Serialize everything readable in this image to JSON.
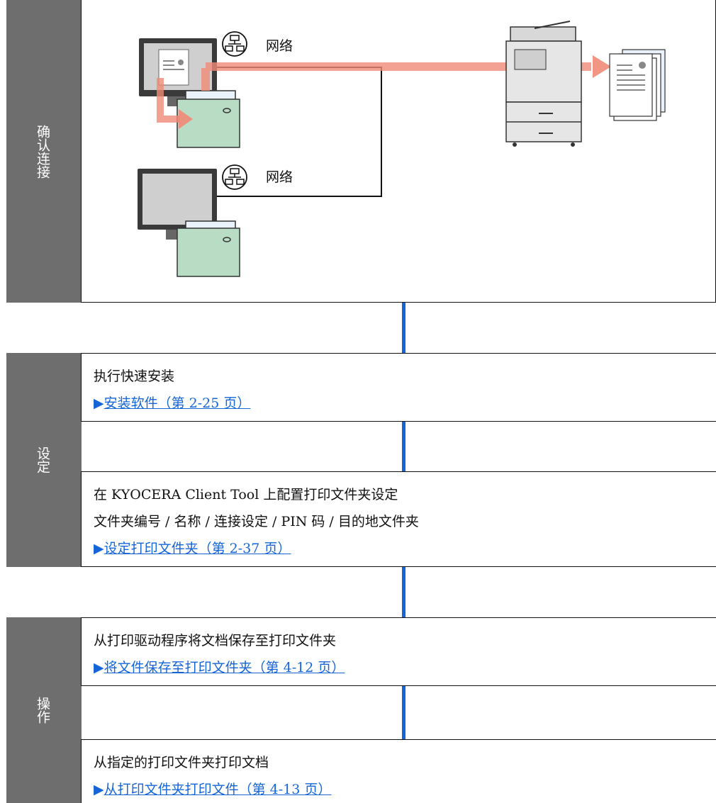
{
  "sections": {
    "confirm": {
      "label": "确认连接"
    },
    "setup": {
      "label": "设定"
    },
    "operate": {
      "label": "操作"
    }
  },
  "diagram": {
    "network_label_top": "网络",
    "network_label_bottom": "网络"
  },
  "setup": {
    "step1": {
      "title": "执行快速安装",
      "arrow": "▶",
      "link": "安装软件（第 2-25 页）"
    },
    "step2": {
      "title": "在 KYOCERA Client Tool 上配置打印文件夹设定",
      "detail": "文件夹编号 / 名称 / 连接设定 / PIN 码 / 目的地文件夹",
      "arrow": "▶",
      "link": "设定打印文件夹（第 2-37 页）"
    }
  },
  "operate": {
    "step1": {
      "title": "从打印驱动程序将文档保存至打印文件夹",
      "arrow": "▶",
      "link": "将文件保存至打印文件夹（第 4-12 页）"
    },
    "step2": {
      "title": "从指定的打印文件夹打印文档",
      "arrow": "▶",
      "link": "从打印文件夹打印文件（第 4-13 页）"
    }
  },
  "colors": {
    "sidebar": "#6e6e6e",
    "connector": "#1565d8",
    "flow_arrow": "#f08a78",
    "box_green": "#b9dcc4"
  }
}
